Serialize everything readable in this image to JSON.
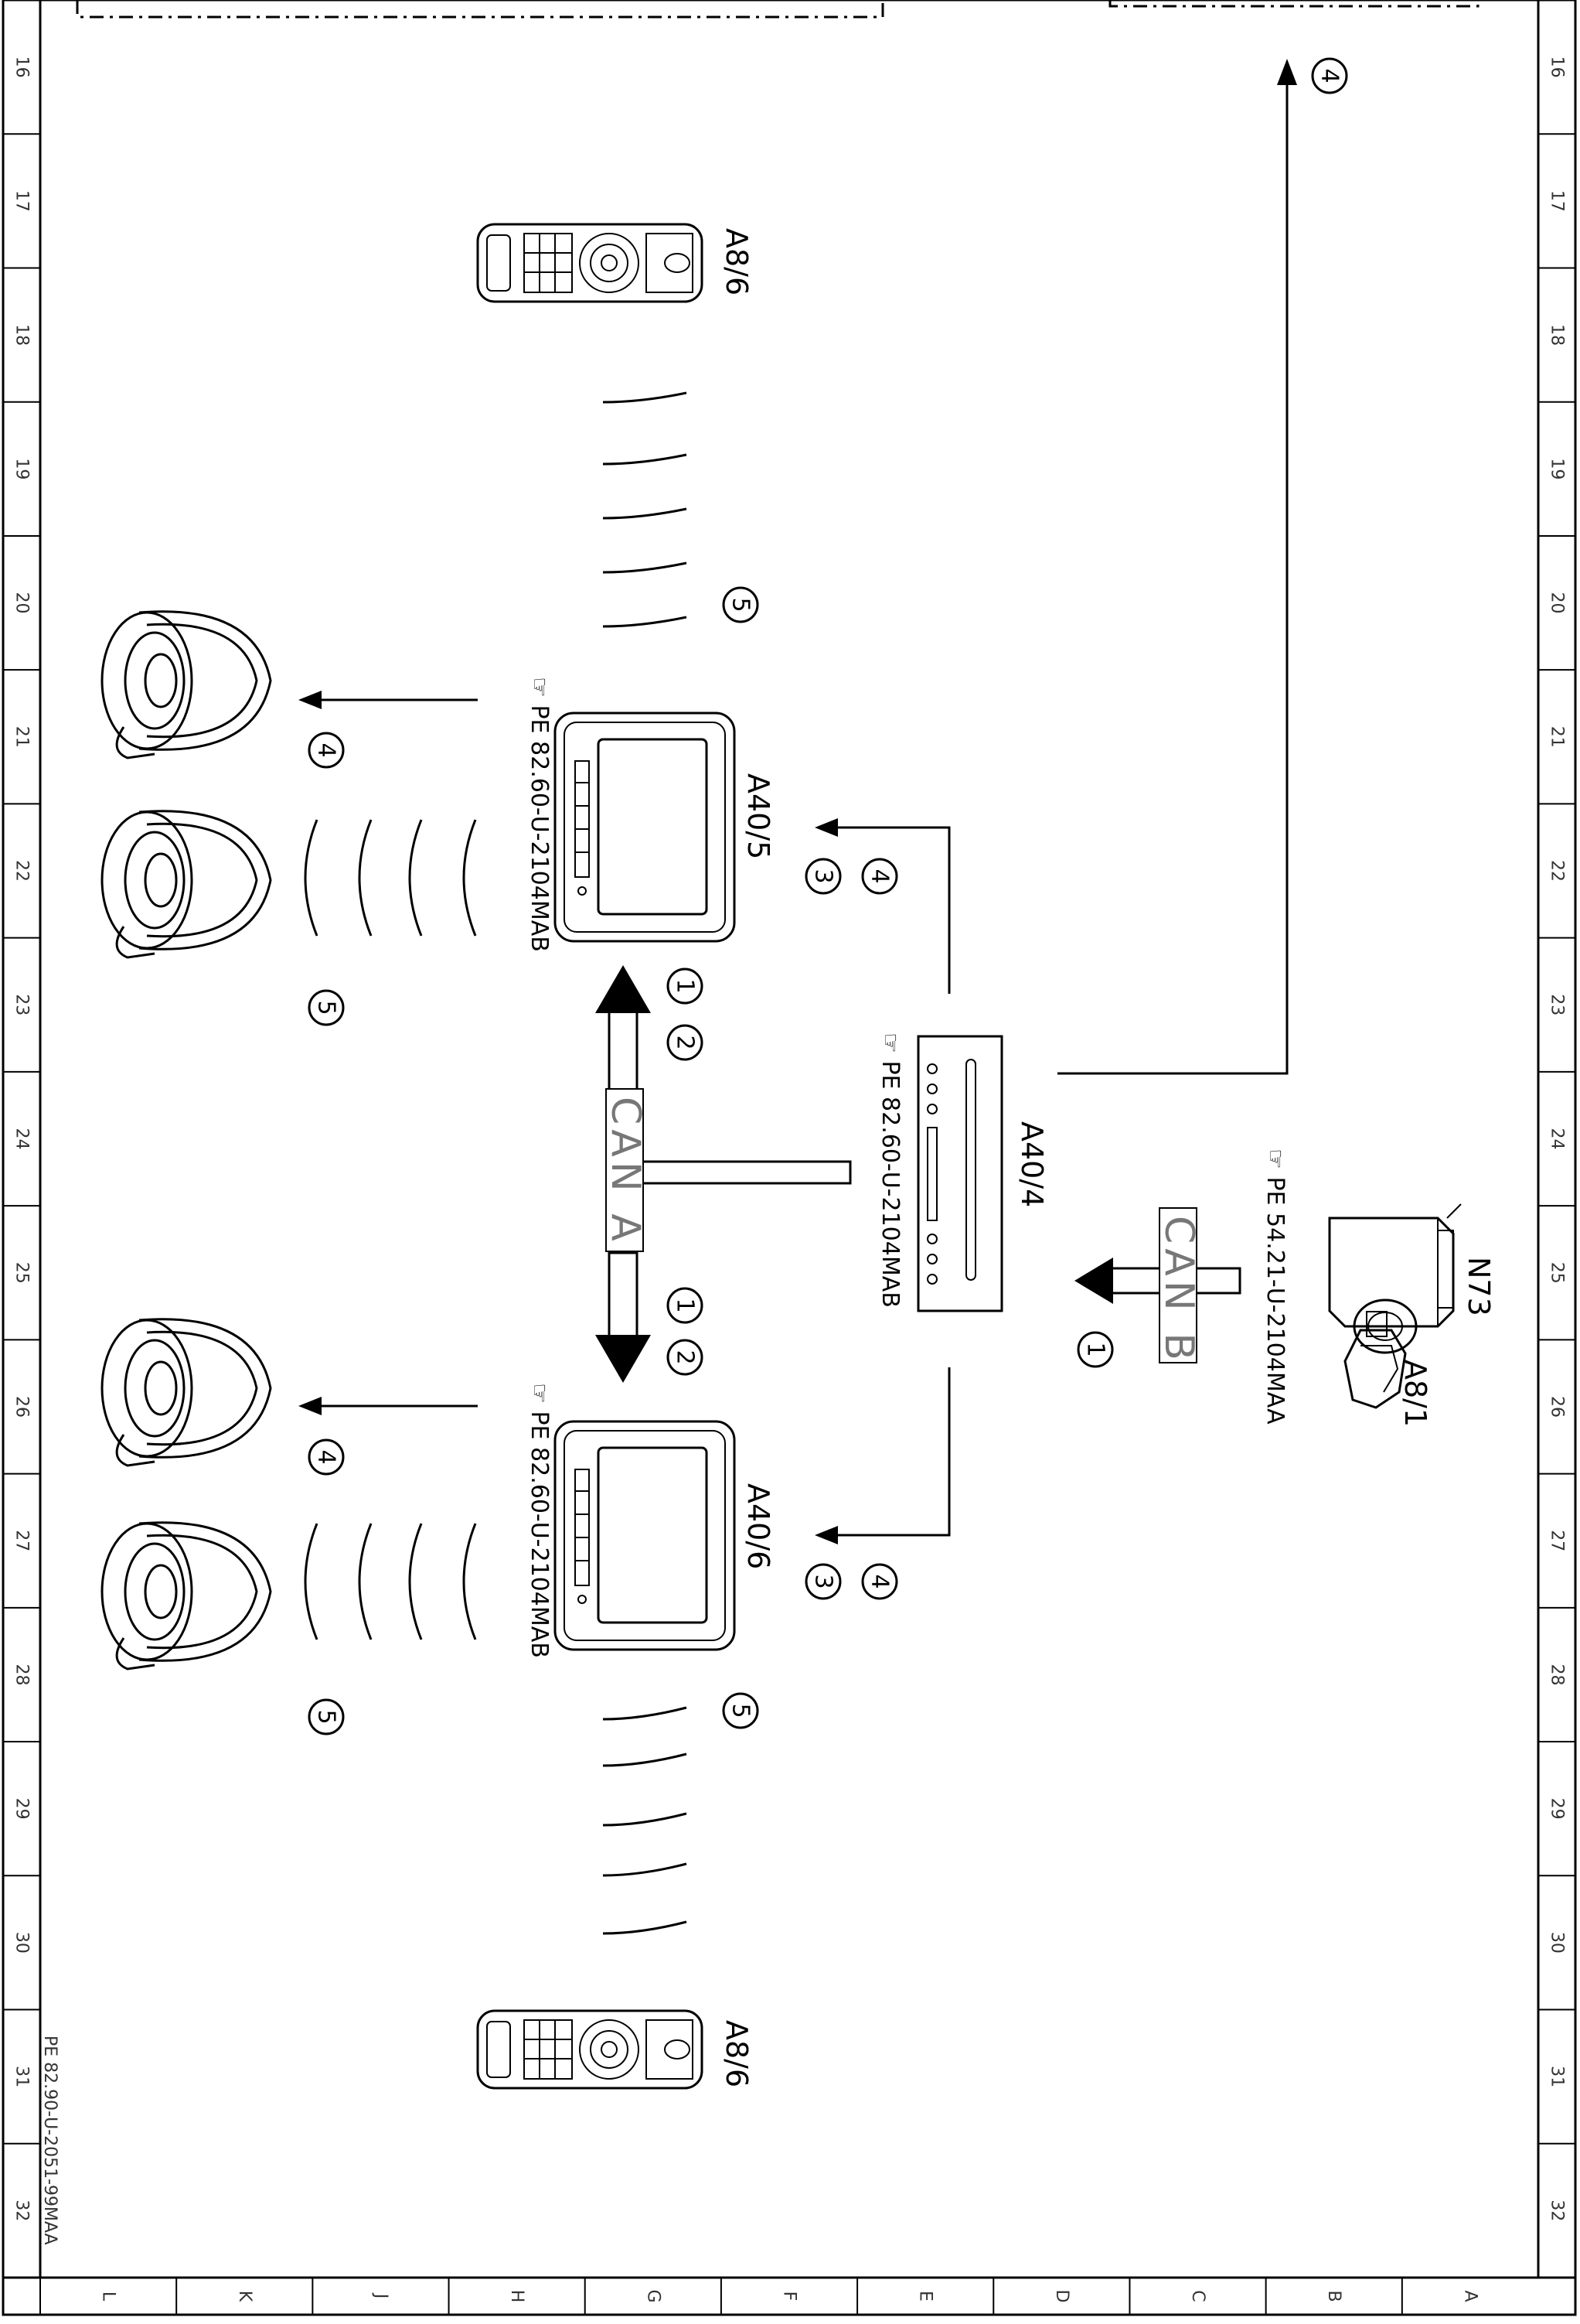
{
  "diagram": {
    "components": {
      "a8_6_top": "A8/6",
      "a8_6_bottom": "A8/6",
      "a40_5": "A40/5",
      "a40_6": "A40/6",
      "a40_4": "A40/4",
      "n73": "N73",
      "a8_1": "A8/1"
    },
    "references": {
      "a40_5": "PE 82.60-U-2104MAB",
      "a40_6": "PE 82.60-U-2104MAB",
      "a40_4": "PE 82.60-U-2104MAB",
      "n73": "PE 54.21-U-2104MAA"
    },
    "buses": {
      "can_a": "CAN A",
      "can_b": "CAN B"
    },
    "callouts": {
      "c1": "1",
      "c2": "2",
      "c3": "3",
      "c4": "4",
      "c5": "5"
    },
    "document_id": "PE 82.90-U-2051-99MAA",
    "frame": {
      "columns": [
        "16",
        "17",
        "18",
        "19",
        "20",
        "21",
        "22",
        "23",
        "24",
        "25",
        "26",
        "27",
        "28",
        "29",
        "30",
        "31",
        "32"
      ],
      "rows": [
        "L",
        "K",
        "J",
        "H",
        "G",
        "F",
        "E",
        "D",
        "C",
        "B",
        "A"
      ]
    }
  }
}
